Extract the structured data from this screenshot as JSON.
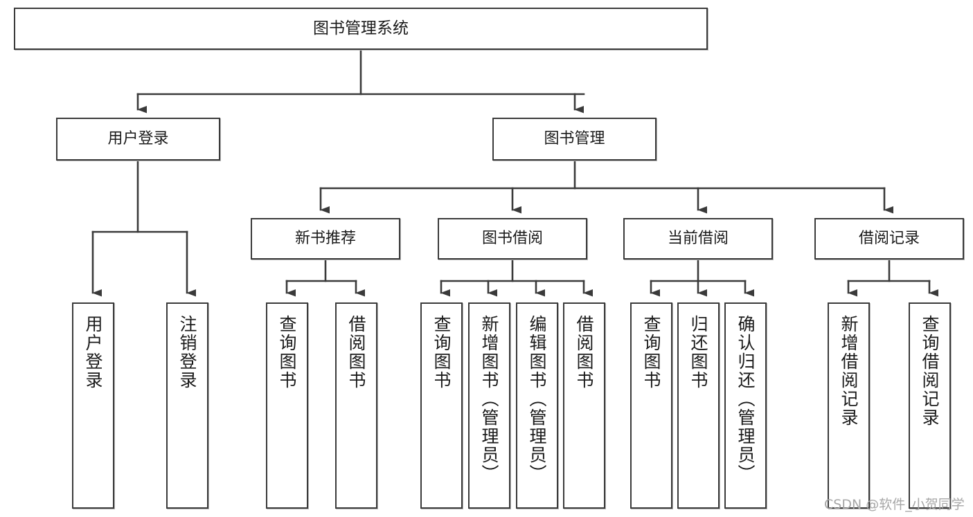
{
  "diagram": {
    "title": "图书管理系统",
    "type": "hierarchy-tree",
    "root": {
      "id": "root",
      "label": "图书管理系统"
    },
    "level2": [
      {
        "id": "user-login",
        "label": "用户登录"
      },
      {
        "id": "book-management",
        "label": "图书管理"
      }
    ],
    "level3": [
      {
        "id": "new-book-recommend",
        "label": "新书推荐",
        "parent": "book-management"
      },
      {
        "id": "book-borrow",
        "label": "图书借阅",
        "parent": "book-management"
      },
      {
        "id": "current-borrow",
        "label": "当前借阅",
        "parent": "book-management"
      },
      {
        "id": "borrow-record",
        "label": "借阅记录",
        "parent": "book-management"
      }
    ],
    "leaves": [
      {
        "id": "leaf-user-login",
        "label": "用户登录",
        "parent": "user-login"
      },
      {
        "id": "leaf-user-logout",
        "label": "注销登录",
        "parent": "user-login"
      },
      {
        "id": "leaf-query-book-1",
        "label": "查询图书",
        "parent": "new-book-recommend"
      },
      {
        "id": "leaf-borrow-book-1",
        "label": "借阅图书",
        "parent": "new-book-recommend"
      },
      {
        "id": "leaf-query-book-2",
        "label": "查询图书",
        "parent": "book-borrow"
      },
      {
        "id": "leaf-add-book",
        "label": "新增图书（管理员）",
        "parent": "book-borrow"
      },
      {
        "id": "leaf-edit-book",
        "label": "编辑图书（管理员）",
        "parent": "book-borrow"
      },
      {
        "id": "leaf-borrow-book-2",
        "label": "借阅图书",
        "parent": "book-borrow"
      },
      {
        "id": "leaf-query-book-3",
        "label": "查询图书",
        "parent": "current-borrow"
      },
      {
        "id": "leaf-return-book",
        "label": "归还图书",
        "parent": "current-borrow"
      },
      {
        "id": "leaf-confirm-return",
        "label": "确认归还（管理员）",
        "parent": "current-borrow"
      },
      {
        "id": "leaf-add-record",
        "label": "新增借阅记录",
        "parent": "borrow-record"
      },
      {
        "id": "leaf-query-record",
        "label": "查询借阅记录",
        "parent": "borrow-record"
      }
    ]
  },
  "watermark": {
    "text": "CSDN @软件_小贺同学"
  },
  "colors": {
    "stroke": "#3a3a3a",
    "box_fill": "#ffffff",
    "text": "#1a1a1a",
    "watermark": "#a7a7a7"
  }
}
